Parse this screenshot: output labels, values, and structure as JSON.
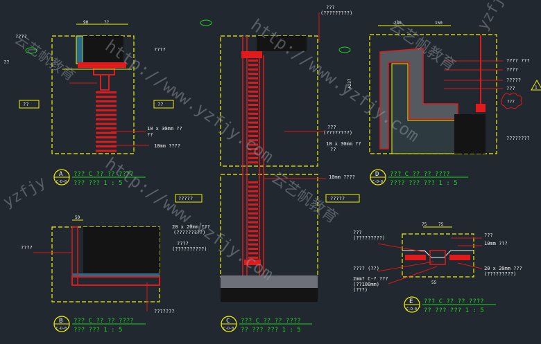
{
  "colors": {
    "background": "#212830",
    "frame": "#f2f200",
    "section_red": "#e11b1b",
    "leader_red": "#d81818",
    "label_white": "#f0f0f0",
    "label_yellow": "#e8e800",
    "bubble_green": "#21d421",
    "watermark": "#9aa3ad"
  },
  "watermark": {
    "site": "http://www.yzfjy.com",
    "brand": "云艺帆教育",
    "corner": "yzfjy"
  },
  "details": [
    {
      "letter": "A",
      "title": "??? C ?? ?? ????",
      "subtitle": "??? ???  1 : 5",
      "sheet": "C-D-0"
    },
    {
      "letter": "B",
      "title": "??? C ?? ?? ????",
      "subtitle": "??? ???  1 : 5",
      "sheet": "C-D-0"
    },
    {
      "letter": "C",
      "title": "??? C ?? ?? ????",
      "subtitle": "?? ??? ???  1 : 5",
      "sheet": "C-D-0"
    },
    {
      "letter": "D",
      "title": "??? C ?? ?? ????",
      "subtitle": "???? ??? ???  1 : 5",
      "sheet": "C-D-0"
    },
    {
      "letter": "E",
      "title": "??? C ?? ?? ????",
      "subtitle": "?? ??? ???  1 : 5",
      "sheet": "C-D-0"
    }
  ],
  "boxed_labels": [
    "??",
    "??",
    "?????",
    "?????"
  ],
  "annotations": {
    "a_top_left": "????",
    "a_right_top": "????",
    "a_dim": "10 x 30mm ??",
    "a_dim2": "??",
    "a_bottom": "10mm ????",
    "a_elev": "??",
    "c_top_q": "???",
    "c_top_paren": "(?????????)",
    "c_mid_q": "???",
    "c_mid_paren": "(????????)",
    "c_dim": "10 x 30mm ??",
    "c_dim2": "??",
    "c_lower_top": "10mm ????",
    "c_lower_dim": "20 x 20mm ???",
    "c_lower_paren": "(?????????)",
    "c_lower_q": "????",
    "c_lower_paren2": "(??????????)",
    "d_r1": "???? ???",
    "d_r2": "????",
    "d_r3": "?????",
    "d_r4": "???",
    "d_r5": "????????",
    "d_cloud": "???",
    "d_tag": "1",
    "b_left": "????",
    "b_right": "???????",
    "e_q1": "???",
    "e_q1p": "(?????????)",
    "e_q2": "???? (??)",
    "e_q3": "2mm? C-? ???",
    "e_q3p": "(??100mm)",
    "e_q3q": "(???)",
    "e_r1": "???",
    "e_r2": "10mm ???",
    "e_r3": "20 x 20mm ???",
    "e_r3p": "(?????????)",
    "dims_top_a": [
      "90",
      "??"
    ],
    "dims_top_d": [
      "240",
      "150"
    ],
    "dims_top_e": [
      "75",
      "75"
    ],
    "dim_b_top": "50",
    "dim_e_bottom": "55",
    "dim_d_side": "#237"
  }
}
